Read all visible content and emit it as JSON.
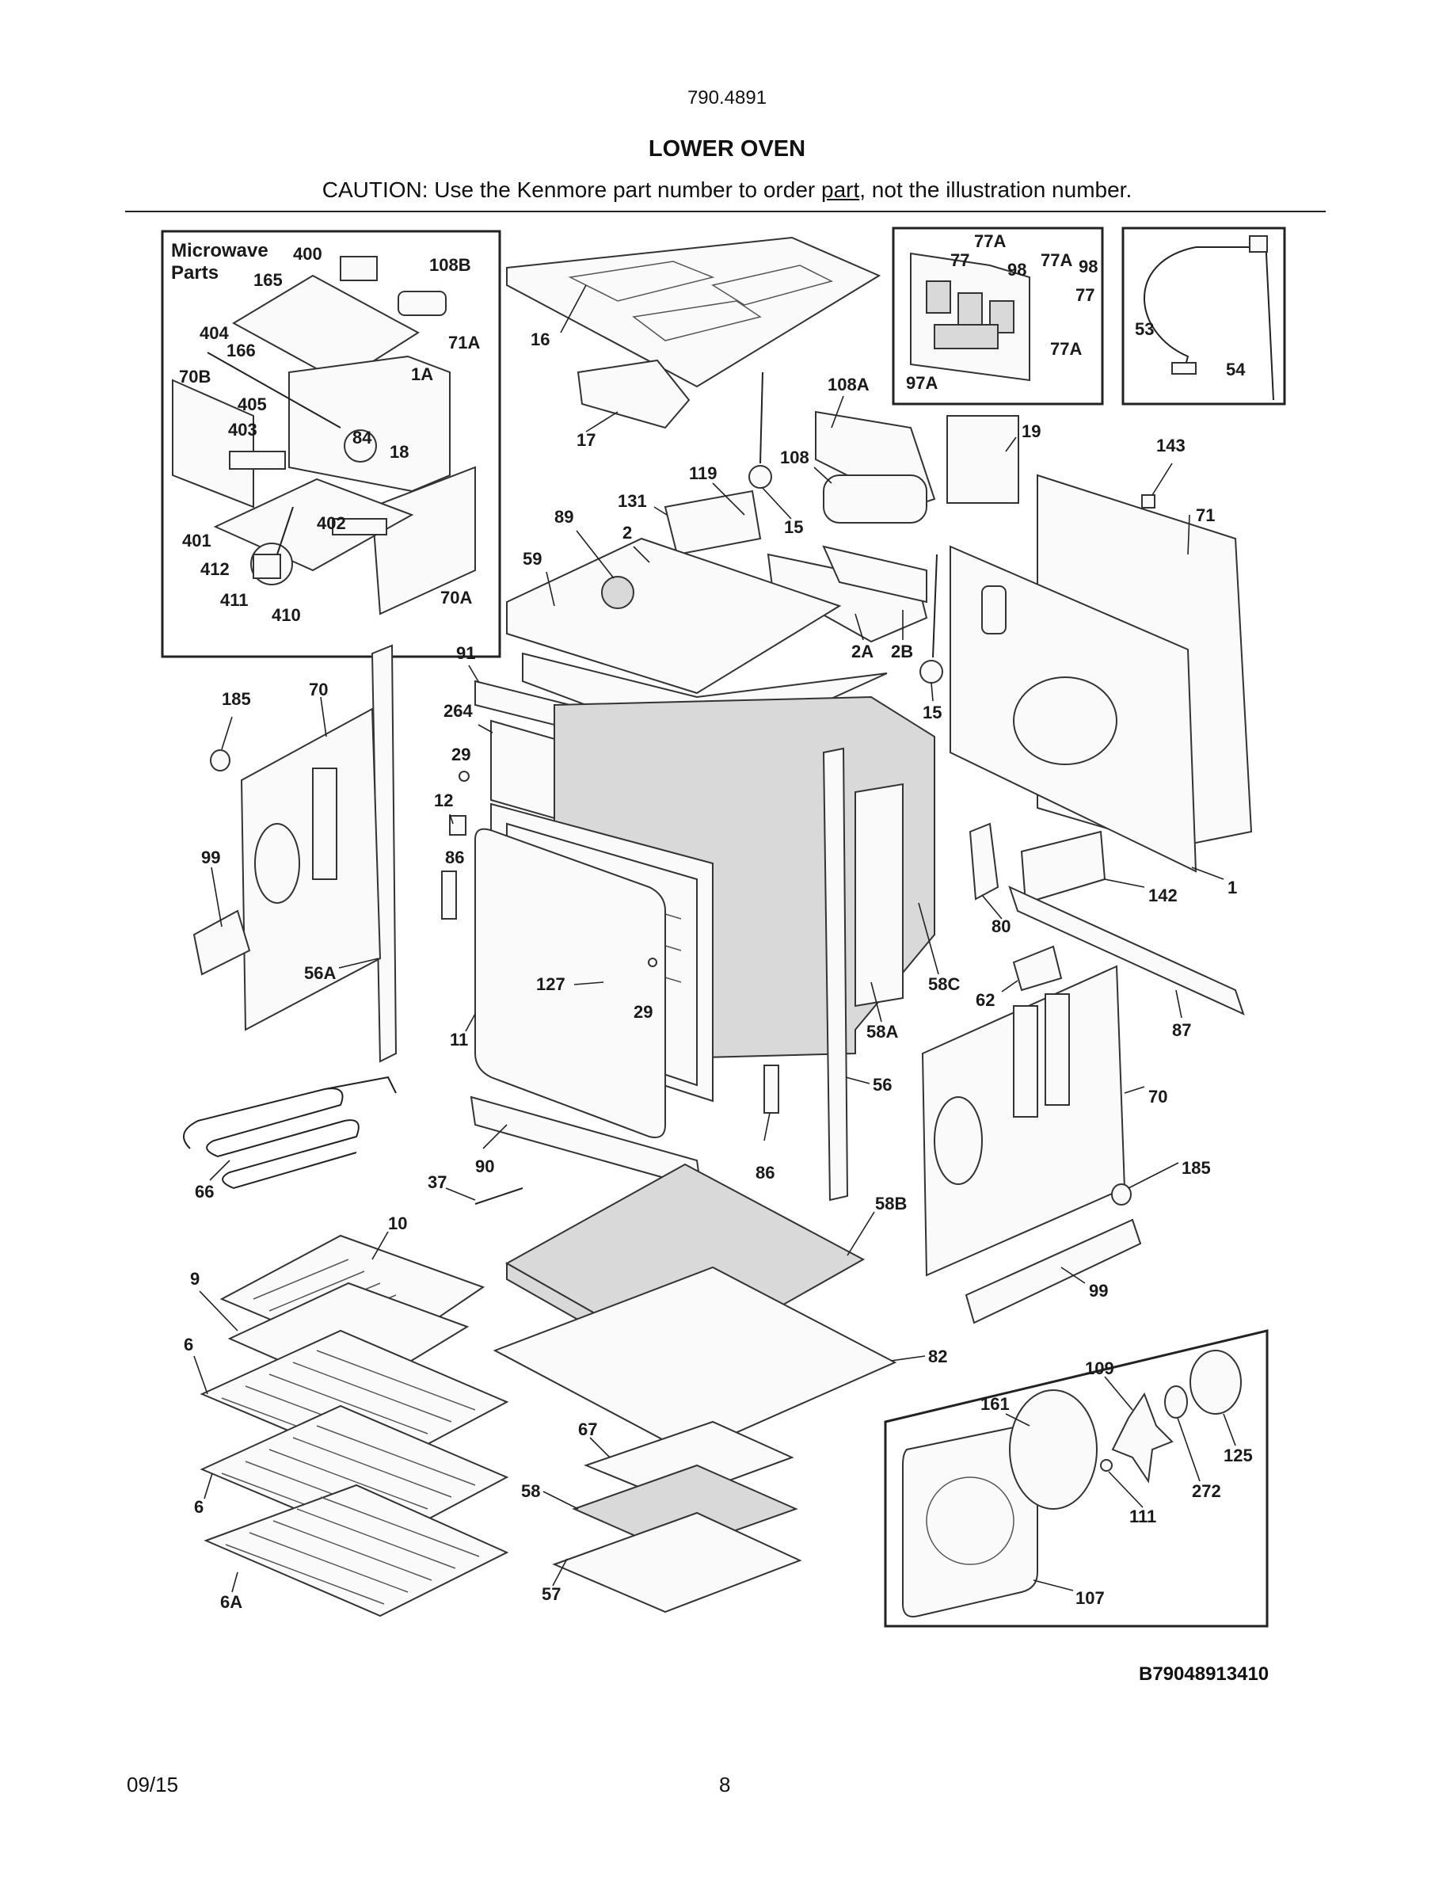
{
  "header": {
    "model_number": "790.4891",
    "title": "LOWER OVEN",
    "caution_prefix": "CAUTION: Use the Kenmore part number to order ",
    "caution_link": "part",
    "caution_suffix": ", not the illustration number."
  },
  "microwave_box": {
    "title_line1": "Microwave",
    "title_line2": "Parts"
  },
  "callouts": {
    "c400": "400",
    "c108B": "108B",
    "c165": "165",
    "c404": "404",
    "c166": "166",
    "c71A": "71A",
    "c70B": "70B",
    "c1A": "1A",
    "c405": "405",
    "c403": "403",
    "c84": "84",
    "c18": "18",
    "c402": "402",
    "c401": "401",
    "c412": "412",
    "c411": "411",
    "c410": "410",
    "c70A": "70A",
    "c16": "16",
    "c17": "17",
    "c108A": "108A",
    "c108": "108",
    "c119": "119",
    "c15a": "15",
    "c15b": "15",
    "c131": "131",
    "c89": "89",
    "c2": "2",
    "c59": "59",
    "c2A": "2A",
    "c2B": "2B",
    "c91": "91",
    "c264": "264",
    "c29a": "29",
    "c29b": "29",
    "c12": "12",
    "c86a": "86",
    "c86b": "86",
    "c127": "127",
    "c11": "11",
    "c185a": "185",
    "c185b": "185",
    "c70a": "70",
    "c70b": "70",
    "c99a": "99",
    "c99b": "99",
    "c56A": "56A",
    "c56": "56",
    "c58A": "58A",
    "c58B": "58B",
    "c58C": "58C",
    "c58": "58",
    "c77Aa": "77A",
    "c77a": "77",
    "c98a": "98",
    "c77Ab": "77A",
    "c98b": "98",
    "c77b": "77",
    "c77Ac": "77A",
    "c97A": "97A",
    "c53": "53",
    "c54": "54",
    "c19": "19",
    "c143": "143",
    "c71": "71",
    "c1": "1",
    "c142": "142",
    "c80": "80",
    "c62": "62",
    "c87": "87",
    "c90": "90",
    "c37": "37",
    "c66": "66",
    "c10": "10",
    "c9": "9",
    "c6a": "6",
    "c6b": "6",
    "c6A": "6A",
    "c82": "82",
    "c67": "67",
    "c57": "57",
    "c109": "109",
    "c161": "161",
    "c125": "125",
    "c272": "272",
    "c111": "111",
    "c107": "107"
  },
  "footer": {
    "drawing_code": "B79048913410",
    "date": "09/15",
    "page": "8"
  }
}
